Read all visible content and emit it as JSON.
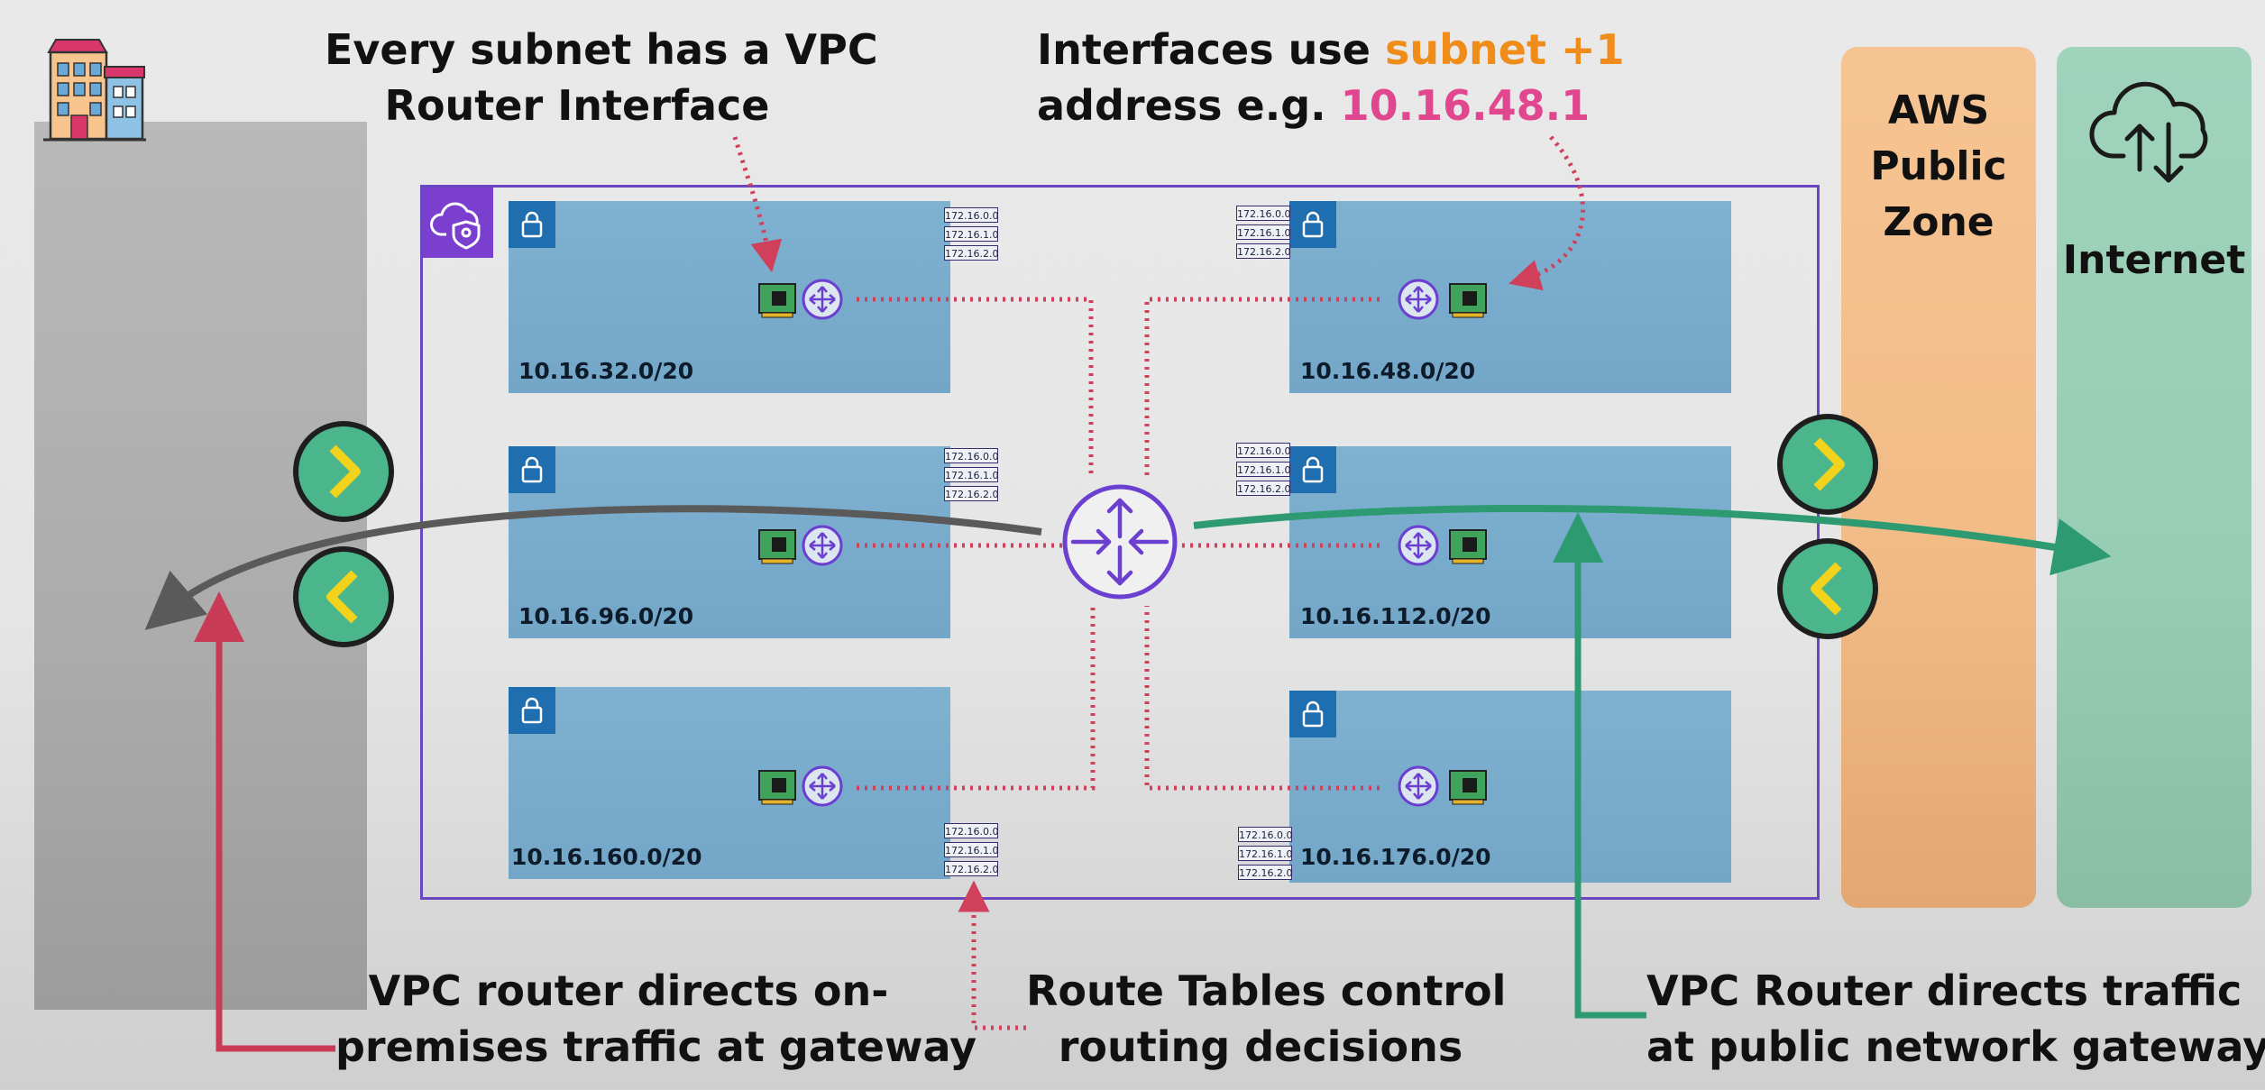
{
  "captions": {
    "top_left_line1": "Every subnet has a VPC",
    "top_left_line2": "Router Interface",
    "top_right_line1_prefix": "Interfaces use ",
    "top_right_line1_highlight": "subnet +1",
    "top_right_line2_prefix": "address e.g. ",
    "top_right_line2_highlight": "10.16.48.1",
    "bottom_left_line1": "VPC router directs on-",
    "bottom_left_line2": "premises traffic at gateway",
    "bottom_center_line1": "Route Tables control",
    "bottom_center_line2": "routing decisions",
    "bottom_right_line1": "VPC Router directs traffic",
    "bottom_right_line2": "at public network gateways"
  },
  "zones": {
    "aws_public_line1": "AWS",
    "aws_public_line2": "Public",
    "aws_public_line3": "Zone",
    "internet": "Internet"
  },
  "subnets": [
    {
      "cidr": "10.16.32.0/20"
    },
    {
      "cidr": "10.16.48.0/20"
    },
    {
      "cidr": "10.16.96.0/20"
    },
    {
      "cidr": "10.16.112.0/20"
    },
    {
      "cidr": "10.16.160.0/20"
    },
    {
      "cidr": "10.16.176.0/20"
    }
  ],
  "route_table_entries": [
    "172.16.0.0",
    "172.16.1.0",
    "172.16.2.0"
  ],
  "colors": {
    "vpc_border": "#6b46c1",
    "router": "#6b3fd0",
    "dotted_route": "#d0405b",
    "onprem_arrow": "#5a5a5a",
    "public_arrow": "#2e9a72",
    "onprem_pointer": "#c93a55",
    "public_pointer": "#2e9a72",
    "gateway_fill": "#4bb58c",
    "gateway_chevron": "#f2d21b",
    "highlight_orange": "#f08c1a",
    "highlight_pink": "#e0478f"
  },
  "icons": [
    "building-icon",
    "vpc-cloud-shield-icon",
    "lock-icon",
    "network-card-icon",
    "router-icon",
    "gateway-icon",
    "cloud-upload-download-icon"
  ]
}
